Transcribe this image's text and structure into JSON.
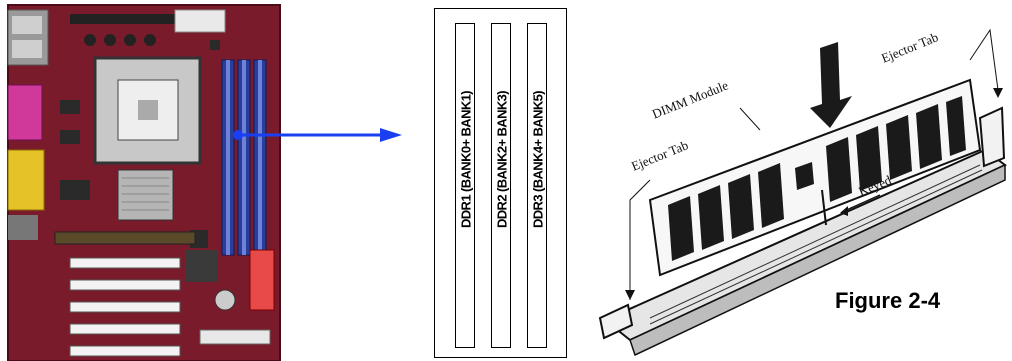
{
  "slots_panel": {
    "slots": [
      {
        "label": "DDR1 (BANK0+ BANK1)"
      },
      {
        "label": "DDR2 (BANK2+ BANK3)"
      },
      {
        "label": "DDR3 (BANK4+ BANK5)"
      }
    ]
  },
  "install_diagram": {
    "callouts": {
      "ejector_tab_right": "Ejector Tab",
      "dimm_module": "DIMM Module",
      "ejector_tab_left": "Ejector Tab",
      "keyed": "Keyed"
    },
    "caption": "Figure 2-4"
  },
  "colors": {
    "pointer_arrow": "#1a3ff0",
    "board_red": "#7a1b2c",
    "dimm_slot_blue": "#2a3f9c",
    "pci_white": "#f3f3f3"
  }
}
